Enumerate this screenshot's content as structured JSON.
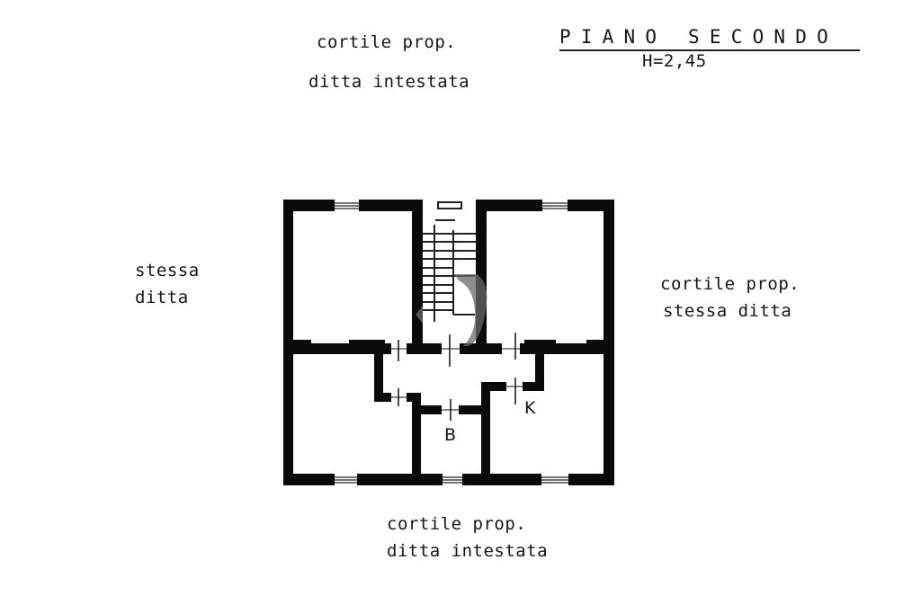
{
  "title_block": {
    "title": "PIANO SECONDO",
    "height_note": "H=2,45"
  },
  "surroundings": {
    "north": {
      "line1": "cortile prop.",
      "line2": "ditta intestata"
    },
    "west": {
      "line1": "stessa",
      "line2": "ditta"
    },
    "east": {
      "line1": "cortile  prop.",
      "line2": "stessa ditta"
    },
    "south": {
      "line1": "cortile prop.",
      "line2": "ditta intestata"
    }
  },
  "plan": {
    "room_labels": {
      "bathroom": "B",
      "kitchen": "K"
    },
    "colors": {
      "wall": "#0a0a0a",
      "background": "#ffffff",
      "watermark": "#6a6a6a"
    }
  }
}
